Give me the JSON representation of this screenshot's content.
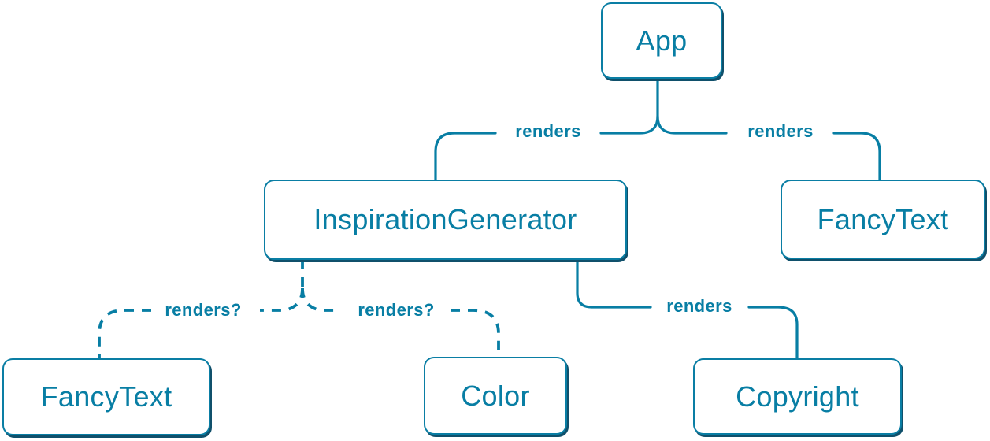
{
  "theme": {
    "accent": "#087EA4",
    "node_bg": "#FFFFFF",
    "node_border": "#0A7EA4",
    "node_text": "#087EA4",
    "shadow": "#10506B",
    "page_bg": "#FFFFFF"
  },
  "diagram": {
    "type": "component-render-tree",
    "nodes": [
      {
        "id": "app",
        "label": "App"
      },
      {
        "id": "inspiration-generator",
        "label": "InspirationGenerator"
      },
      {
        "id": "fancy-text-top",
        "label": "FancyText"
      },
      {
        "id": "fancy-text-bottom",
        "label": "FancyText"
      },
      {
        "id": "color",
        "label": "Color"
      },
      {
        "id": "copyright",
        "label": "Copyright"
      }
    ],
    "edges": [
      {
        "from": "App",
        "to": "InspirationGenerator",
        "label": "renders",
        "style": "solid"
      },
      {
        "from": "App",
        "to": "FancyText",
        "label": "renders",
        "style": "solid"
      },
      {
        "from": "InspirationGenerator",
        "to": "FancyText",
        "label": "renders?",
        "style": "dashed"
      },
      {
        "from": "InspirationGenerator",
        "to": "Color",
        "label": "renders?",
        "style": "dashed"
      },
      {
        "from": "InspirationGenerator",
        "to": "Copyright",
        "label": "renders",
        "style": "solid"
      }
    ]
  }
}
